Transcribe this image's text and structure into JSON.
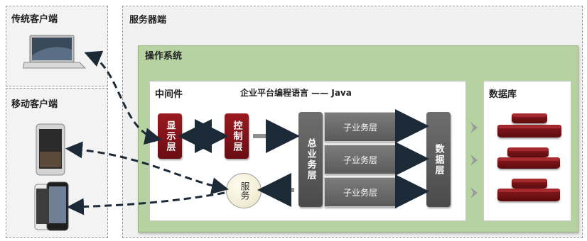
{
  "clients": {
    "traditional_title": "传统客户端",
    "mobile_title": "移动客户端"
  },
  "server": {
    "title": "服务器端",
    "os_title": "操作系统",
    "middleware_title": "中间件",
    "language_title": "企业平台编程语言 —— Java",
    "database_title": "数据库"
  },
  "layers": {
    "display": "显示层",
    "control": "控制层",
    "service": "服务",
    "business": "总业务层",
    "sub_business": [
      "子业务层",
      "子业务层",
      "子业务层"
    ],
    "data": "数据层"
  },
  "colors": {
    "layer_red": "#8b1a1f",
    "layer_gray": "#5a5a5a",
    "os_green": "#b5d2a0",
    "middleware_bg": "#ffffff"
  }
}
